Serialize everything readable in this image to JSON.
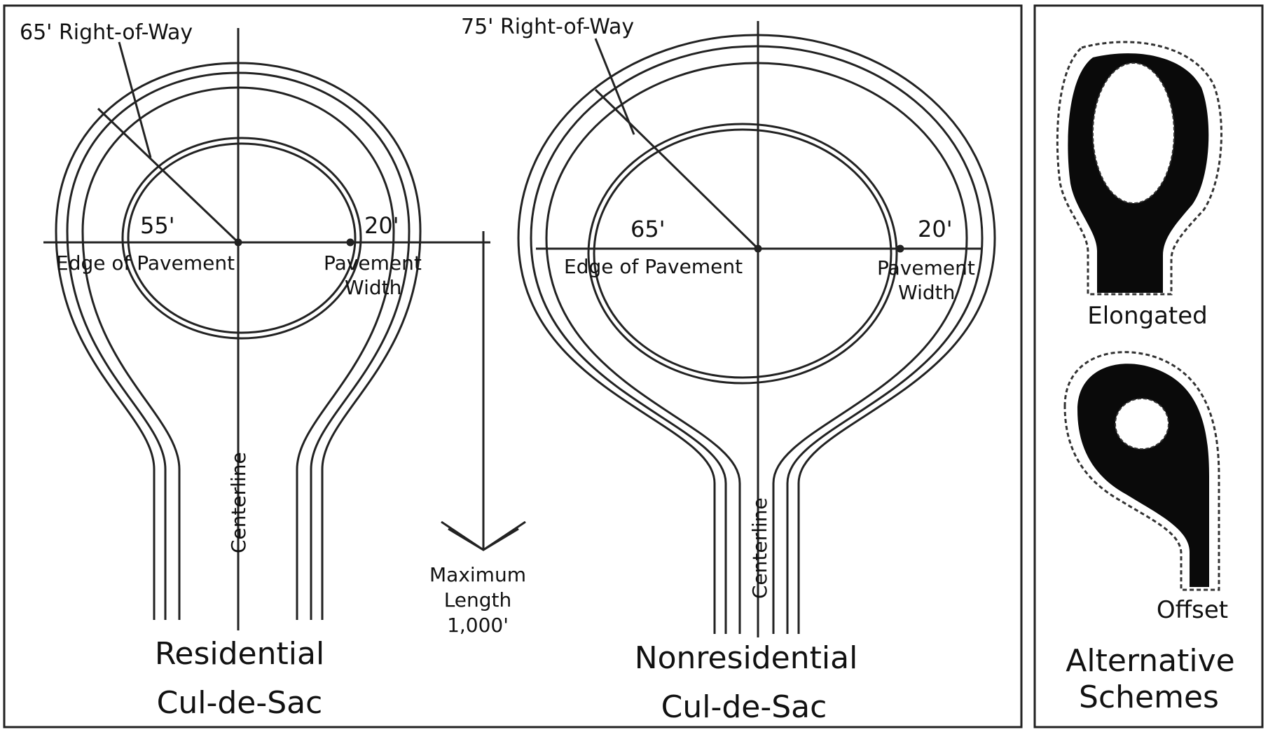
{
  "residential": {
    "row_label": "65' Right-of-Way",
    "radius_label": "55'",
    "width_label": "20'",
    "edge_label": "Edge of Pavement",
    "pavement_label_1": "Pavement",
    "pavement_label_2": "Width",
    "centerline_label": "Centerline",
    "title_1": "Residential",
    "title_2": "Cul-de-Sac"
  },
  "max_length": {
    "line_1": "Maximum",
    "line_2": "Length",
    "line_3": "1,000'"
  },
  "nonresidential": {
    "row_label": "75' Right-of-Way",
    "radius_label": "65'",
    "width_label": "20'",
    "edge_label": "Edge of Pavement",
    "pavement_label_1": "Pavement",
    "pavement_label_2": "Width",
    "centerline_label": "Centerline",
    "title_1": "Nonresidential",
    "title_2": "Cul-de-Sac"
  },
  "alternatives": {
    "elongated_label": "Elongated",
    "offset_label": "Offset",
    "title_1": "Alternative",
    "title_2": "Schemes"
  }
}
